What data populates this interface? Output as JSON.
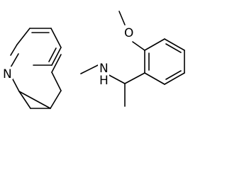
{
  "structure": {
    "atoms": {
      "ring_nitrogen": "N",
      "amine_nitrogen": "N",
      "amine_hydrogen": "H",
      "methoxy_oxygen": "O"
    },
    "line_color": "#000000",
    "background": "#ffffff"
  }
}
